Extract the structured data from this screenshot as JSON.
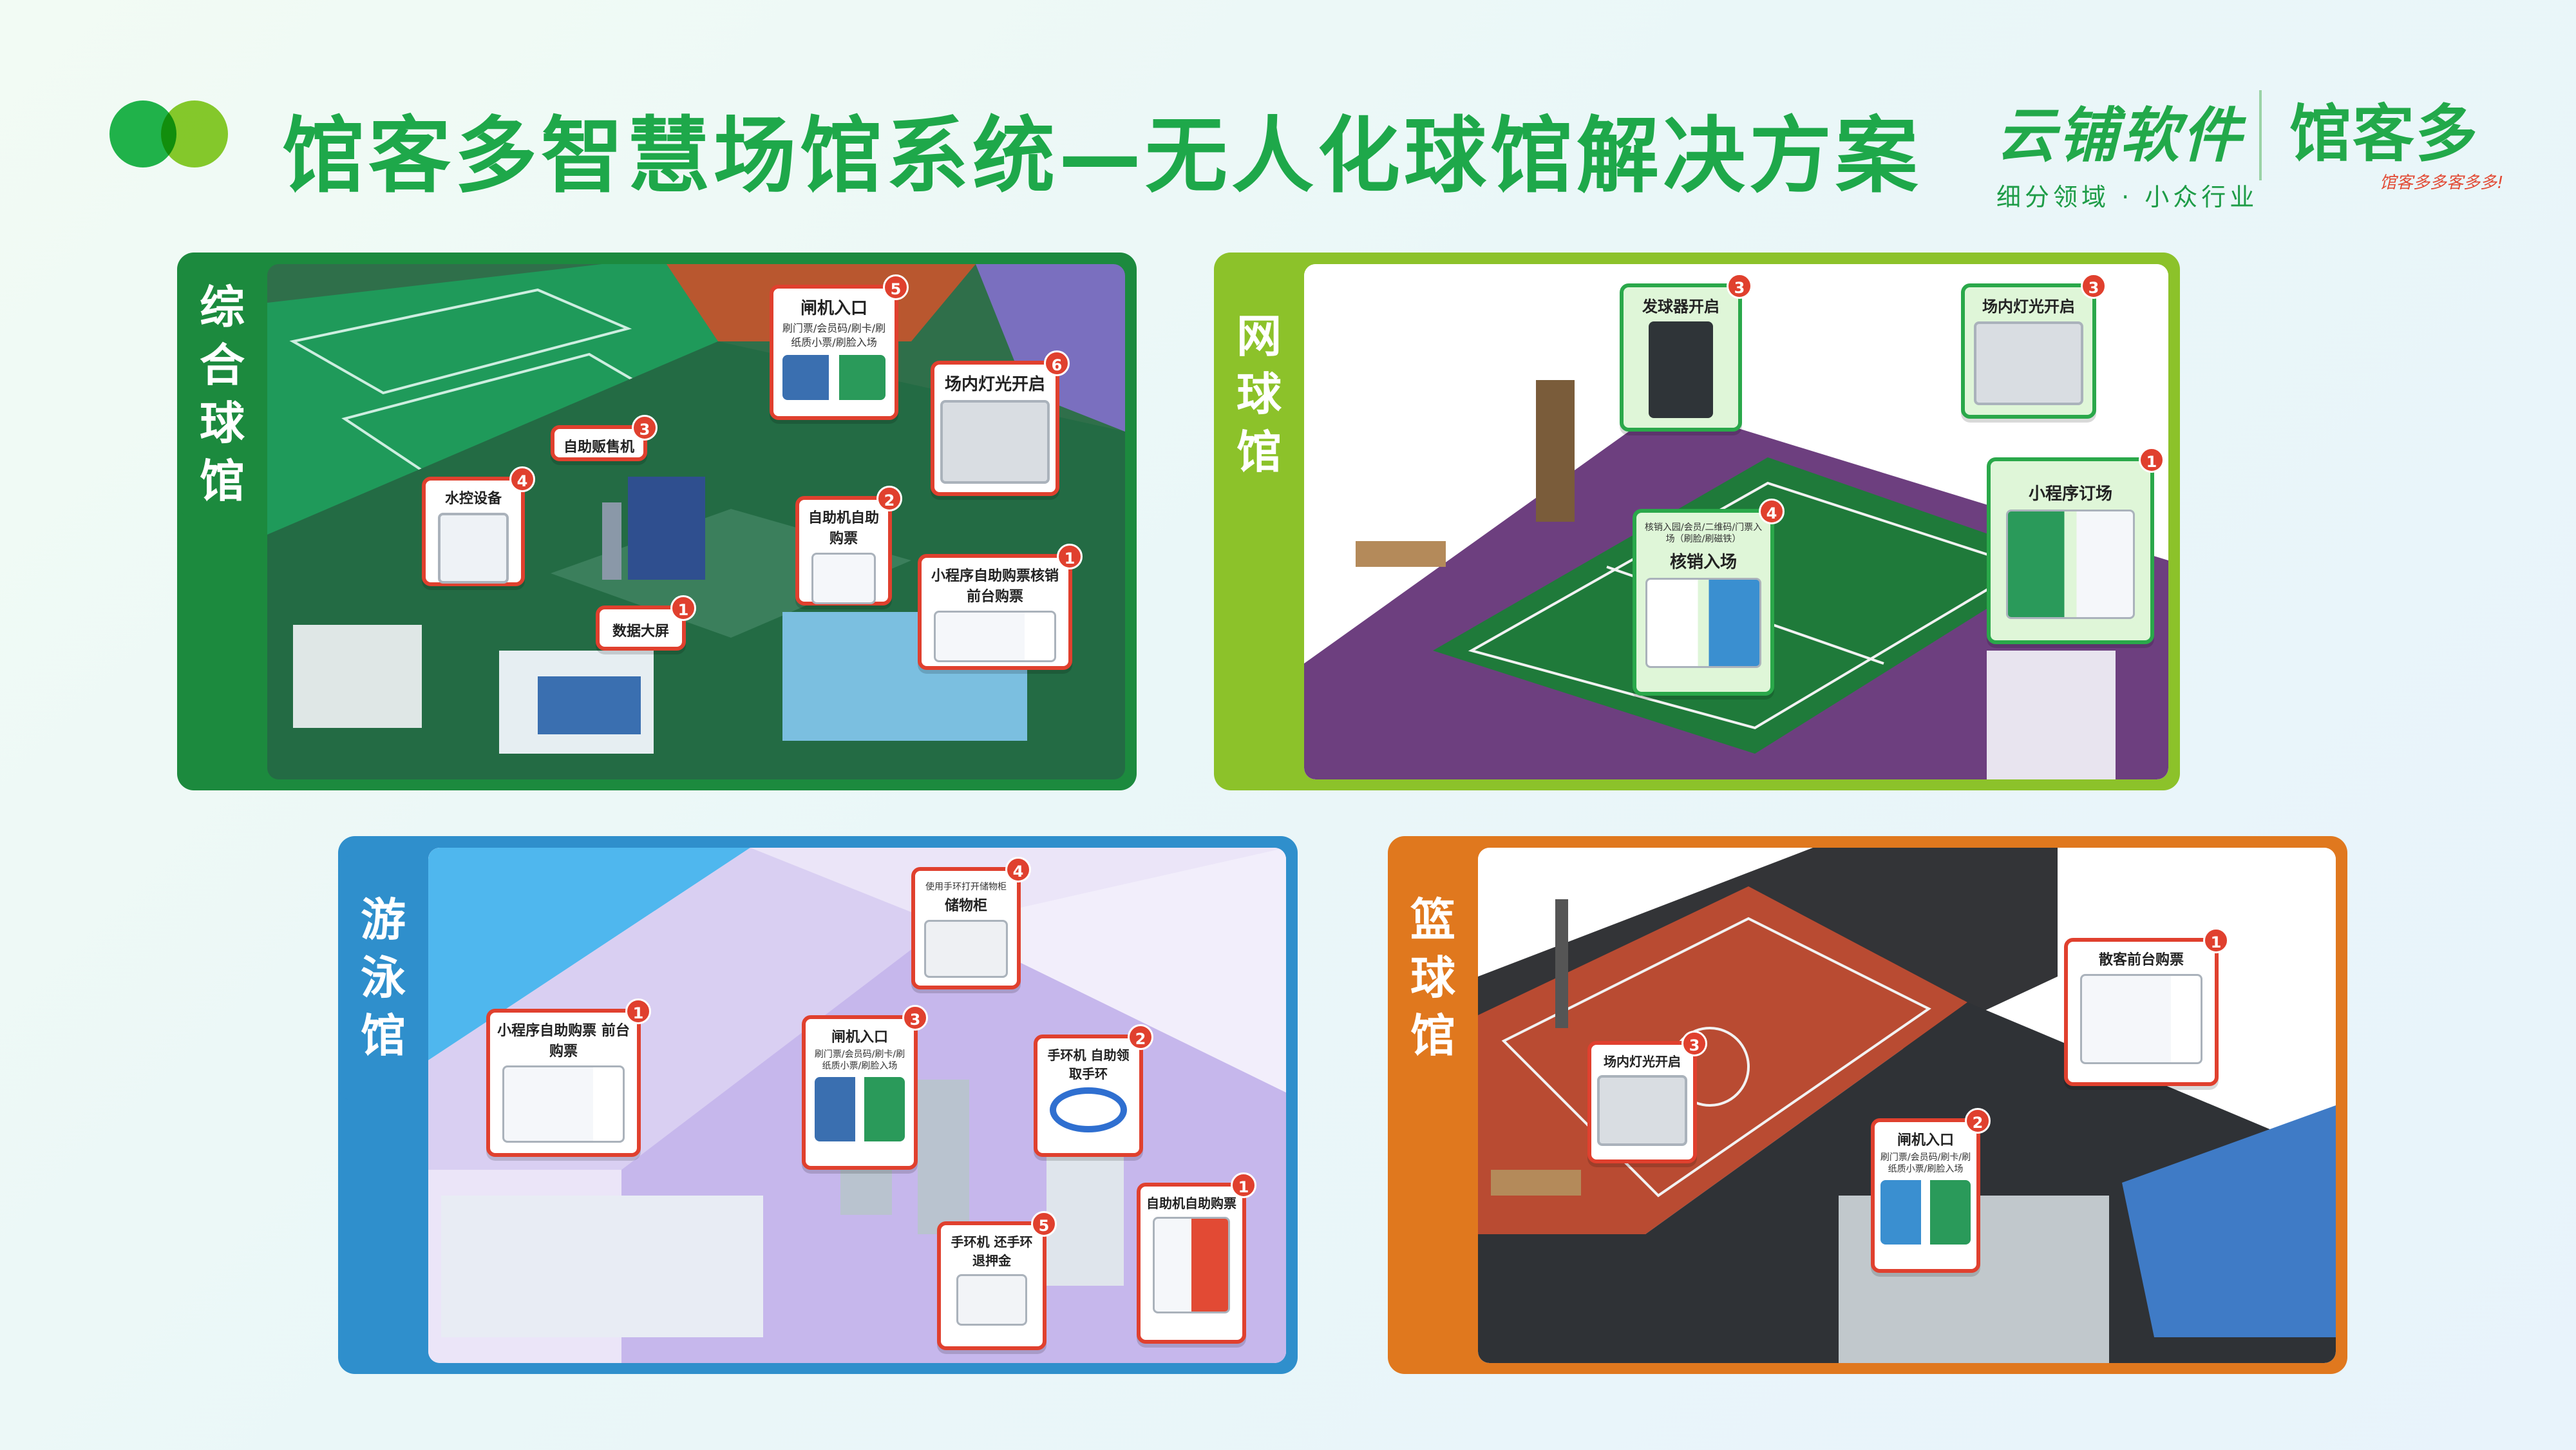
{
  "header": {
    "title": "馆客多智慧场馆系统—无人化球馆解决方案",
    "brand_name": "云铺软件",
    "brand_slogan": "细分领域 · 小众行业",
    "brand2_name": "馆客多",
    "brand2_tag": "馆客多多客多多!"
  },
  "panels": {
    "p1": {
      "tab_chars": [
        "综",
        "合",
        "球",
        "馆"
      ],
      "color": "#1c8a3e",
      "callouts": {
        "gate": {
          "num": "5",
          "title": "闸机入口",
          "sub": "刷门票/会员码/刷卡/刷纸质小票/刷脸入场"
        },
        "light": {
          "num": "6",
          "title": "场内灯光开启"
        },
        "vending": {
          "num": "3",
          "title": "自助贩售机"
        },
        "water": {
          "num": "4",
          "title": "水控设备"
        },
        "kiosk": {
          "num": "2",
          "title": "自助机自助购票"
        },
        "mini": {
          "num": "1",
          "title": "小程序自助购票核销 前台购票"
        },
        "screen": {
          "num": "1",
          "title": "数据大屏"
        }
      }
    },
    "p2": {
      "tab_chars": [
        "网",
        "球",
        "馆"
      ],
      "color": "#8cc22a",
      "callouts": {
        "ball": {
          "num": "3",
          "title": "发球器开启"
        },
        "light": {
          "num": "3",
          "title": "场内灯光开启"
        },
        "verify": {
          "num": "4",
          "title": "核销入场",
          "sub": "核销入园/会员/二维码/门票入场（刷脸/刷磁铁）"
        },
        "mini": {
          "num": "1",
          "title": "小程序订场"
        }
      }
    },
    "p3": {
      "tab_chars": [
        "游",
        "泳",
        "馆"
      ],
      "color": "#2f8fcc",
      "callouts": {
        "locker": {
          "num": "4",
          "sub": "使用手环打开储物柜",
          "title": "储物柜"
        },
        "mini": {
          "num": "1",
          "title": "小程序自助购票 前台购票"
        },
        "gate": {
          "num": "3",
          "title": "闸机入口",
          "sub": "刷门票/会员码/刷卡/刷纸质小票/刷脸入场"
        },
        "wristband": {
          "num": "2",
          "title": "手环机 自助领取手环"
        },
        "return": {
          "num": "5",
          "title": "手环机 还手环退押金"
        },
        "kiosk": {
          "num": "1",
          "title": "自助机自助购票"
        }
      }
    },
    "p4": {
      "tab_chars": [
        "篮",
        "球",
        "馆"
      ],
      "color": "#e0781e",
      "callouts": {
        "light": {
          "num": "3",
          "title": "场内灯光开启"
        },
        "front": {
          "num": "1",
          "title": "散客前台购票"
        },
        "gate": {
          "num": "2",
          "title": "闸机入口",
          "sub": "刷门票/会员码/刷卡/刷纸质小票/刷脸入场"
        }
      }
    }
  }
}
